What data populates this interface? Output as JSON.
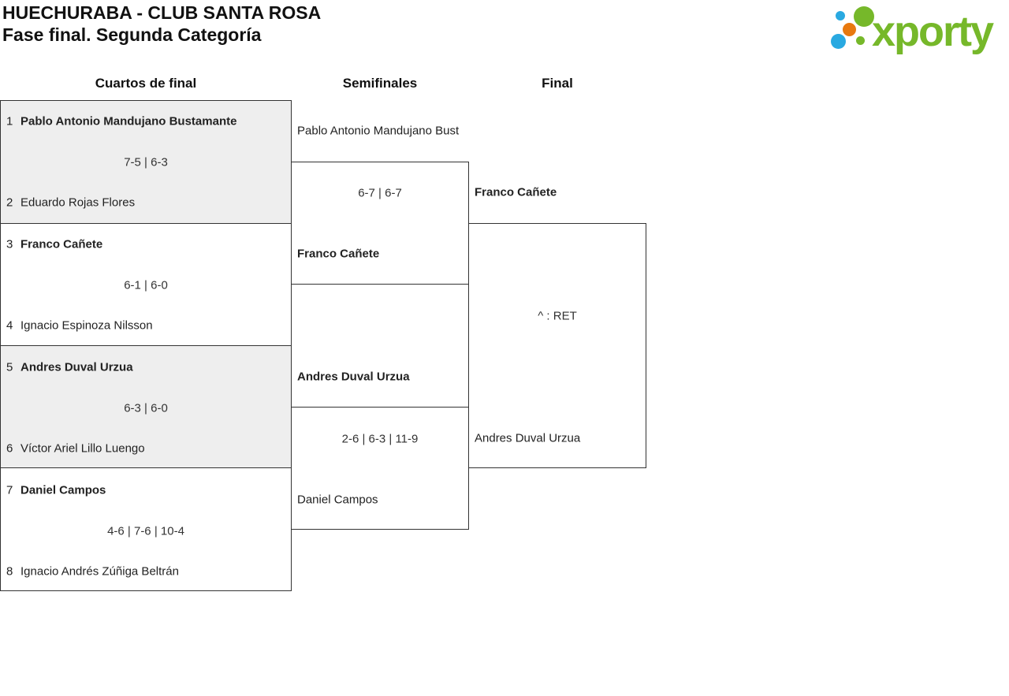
{
  "header": {
    "title": "HUECHURABA - CLUB SANTA ROSA",
    "subtitle": "Fase final. Segunda Categoría"
  },
  "logo": {
    "brand": "xporty",
    "green": "#76b82a",
    "blue": "#29a9e1",
    "orange": "#e8790f"
  },
  "rounds": {
    "r1": "Cuartos de final",
    "r2": "Semifinales",
    "r3": "Final"
  },
  "bracket": {
    "qf": [
      {
        "seed1": "1",
        "p1": "Pablo Antonio Mandujano Bustamante",
        "p1_winner": true,
        "score": "7-5 | 6-3",
        "seed2": "2",
        "p2": "Eduardo Rojas Flores",
        "p2_winner": false
      },
      {
        "seed1": "3",
        "p1": "Franco Cañete",
        "p1_winner": true,
        "score": "6-1 | 6-0",
        "seed2": "4",
        "p2": "Ignacio Espinoza Nilsson",
        "p2_winner": false
      },
      {
        "seed1": "5",
        "p1": "Andres Duval Urzua",
        "p1_winner": true,
        "score": "6-3 | 6-0",
        "seed2": "6",
        "p2": "Víctor Ariel Lillo Luengo",
        "p2_winner": false
      },
      {
        "seed1": "7",
        "p1": "Daniel Campos",
        "p1_winner": true,
        "score": "4-6 | 7-6 | 10-4",
        "seed2": "8",
        "p2": "Ignacio Andrés Zúñiga Beltrán",
        "p2_winner": false
      }
    ],
    "sf": [
      {
        "p1": "Pablo Antonio Mandujano Bust",
        "p1_winner": false,
        "score": "6-7 | 6-7",
        "p2": "Franco Cañete",
        "p2_winner": true
      },
      {
        "p1": "Andres Duval Urzua",
        "p1_winner": true,
        "score": "2-6 | 6-3 | 11-9",
        "p2": "Daniel Campos",
        "p2_winner": false
      }
    ],
    "final": {
      "p1": "Franco Cañete",
      "p1_winner": true,
      "score": "^ : RET",
      "p2": "Andres Duval Urzua",
      "p2_winner": false
    }
  },
  "colors": {
    "border": "#333333",
    "shaded_row_bg": "#eeeeee"
  }
}
